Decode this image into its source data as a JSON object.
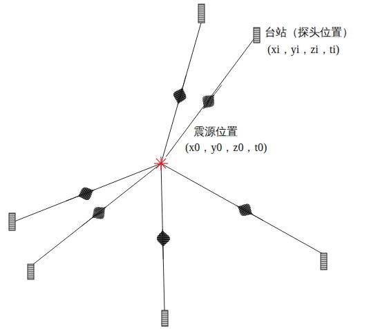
{
  "diagram": {
    "nodes": [
      {
        "text": [
          "台站（探头位置）",
          "(xi，yi，zi，ti)"
        ]
      },
      {
        "text": [
          "震源位置",
          "(x0，y0，z0，t0)"
        ]
      }
    ],
    "edges": [
      {
        "from": 1,
        "to": 0,
        "arrow": "none"
      }
    ]
  }
}
